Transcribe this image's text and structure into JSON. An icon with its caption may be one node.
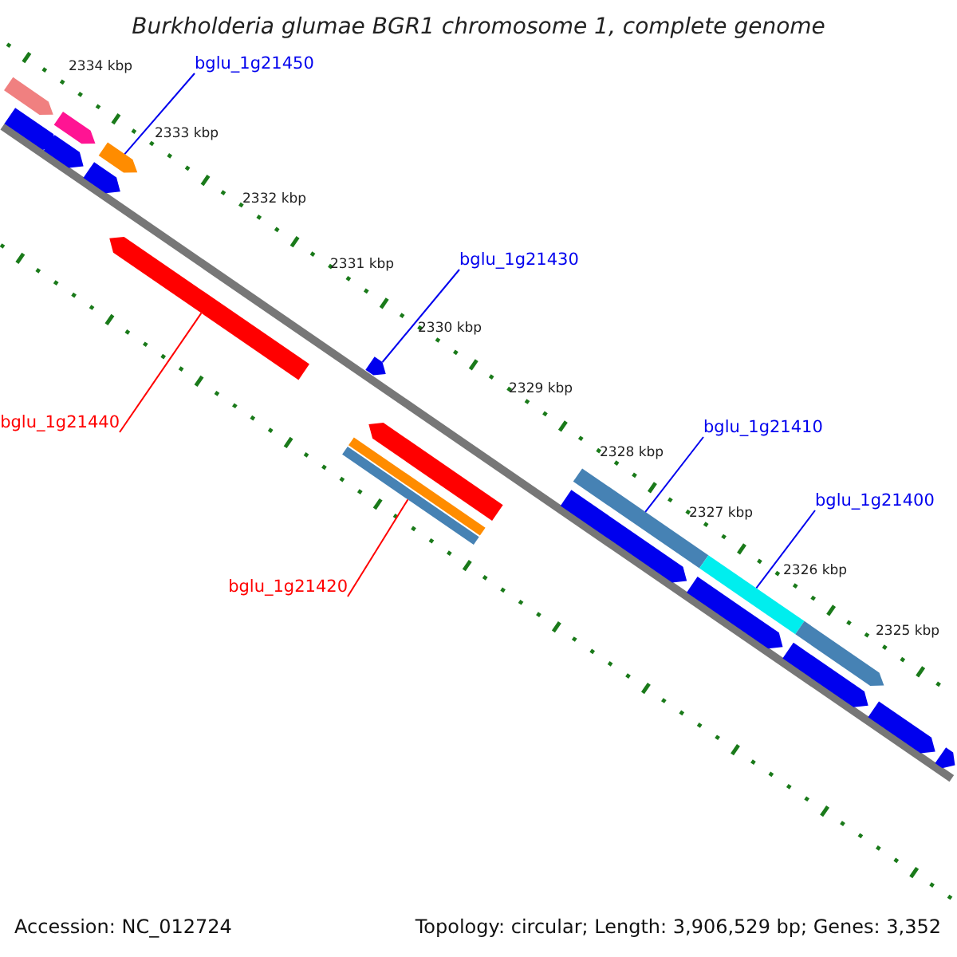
{
  "diagram": {
    "title": "Burkholderia glumae BGR1 chromosome 1, complete genome",
    "nodes": [
      {
        "text": [
          "bglu_1g21450"
        ]
      },
      {
        "text": [],
        "shape": "bar"
      },
      {
        "text": [
          "bglu_1g21430"
        ]
      },
      {
        "text": [],
        "shape": "bar"
      },
      {
        "text": [
          "bglu_1g21440"
        ]
      },
      {
        "text": [],
        "shape": "bar"
      },
      {
        "text": [
          "bglu_1g21420"
        ]
      },
      {
        "text": [],
        "shape": "bar"
      },
      {
        "text": [
          "bglu_1g21410"
        ]
      },
      {
        "text": [],
        "shape": "bar"
      },
      {
        "text": [
          "bglu_1g21400"
        ]
      },
      {
        "text": [],
        "shape": "bar"
      },
      {
        "text": [],
        "shape": "bar"
      },
      {
        "text": [],
        "shape": "bar"
      },
      {
        "text": [],
        "shape": "bar"
      },
      {
        "text": [],
        "shape": "bar"
      },
      {
        "text": [],
        "shape": "bar"
      },
      {
        "text": [],
        "shape": "bar"
      },
      {
        "text": [],
        "shape": "bar"
      },
      {
        "text": [],
        "shape": "bar"
      },
      {
        "text": [],
        "shape": "bar"
      },
      {
        "text": [],
        "shape": "bar"
      },
      {
        "text": [],
        "shape": "bar"
      },
      {
        "text": [],
        "shape": "bar"
      },
      {
        "text": [],
        "shape": "bar"
      }
    ],
    "edges": [
      {
        "from": 0,
        "to": 1,
        "arrow": "none"
      },
      {
        "from": 2,
        "to": 3,
        "arrow": "none"
      },
      {
        "from": 4,
        "to": 5,
        "arrow": "none",
        "color": "#ff0000"
      },
      {
        "from": 6,
        "to": 7,
        "arrow": "none",
        "color": "#ff0000"
      },
      {
        "from": 8,
        "to": 9,
        "arrow": "none"
      },
      {
        "from": 10,
        "to": 11,
        "arrow": "none"
      }
    ],
    "labels": [
      "2334 kbp",
      "2333 kbp",
      "2332 kbp",
      "2331 kbp",
      "2330 kbp",
      "2329 kbp",
      "2328 kbp",
      "2327 kbp",
      "2326 kbp",
      "2325 kbp",
      "Accession: NC_012724",
      "Topology: circular; Length: 3,906,529 bp; Genes: 3,352"
    ]
  }
}
